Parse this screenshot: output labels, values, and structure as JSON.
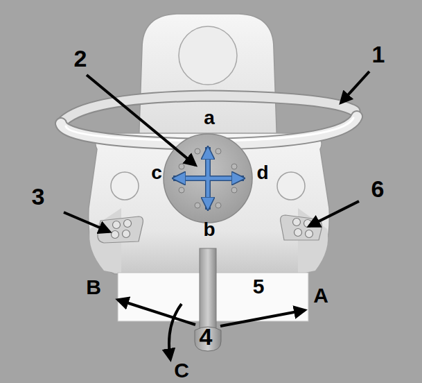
{
  "diagram": {
    "labels": [
      "1",
      "2",
      "a",
      "c",
      "d",
      "3",
      "6",
      "b",
      "5",
      "B",
      "A",
      "4",
      "C"
    ]
  }
}
